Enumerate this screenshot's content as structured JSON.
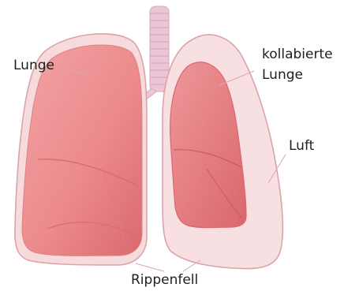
{
  "labels": {
    "lung": "Lunge",
    "collapsed_line1": "kollabierte",
    "collapsed_line2": "Lunge",
    "air": "Luft",
    "pleura": "Rippenfell"
  },
  "colors": {
    "pleura_fill": "#f7dadc",
    "pleura_outline": "#d8a5aa",
    "lung_fill": "#ec8a8c",
    "lung_shade": "#d9676c",
    "lung_highlight": "#f2a3a5",
    "trachea_fill": "#ecc6d6",
    "trachea_ring": "#d8a9bd",
    "text": "#1e1e1e"
  },
  "icons": {
    "trachea": "trachea-icon",
    "healthy_lung": "healthy-lung-icon",
    "collapsed_lung": "collapsed-lung-icon"
  }
}
